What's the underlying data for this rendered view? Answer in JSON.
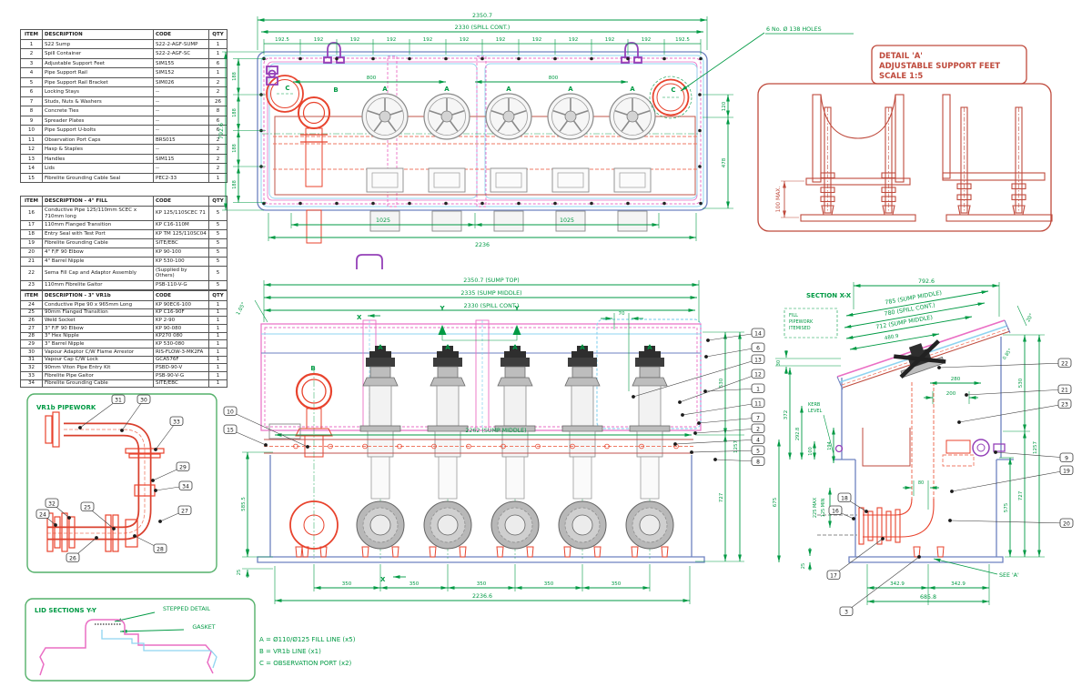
{
  "pipe_labels": {
    "a": "A",
    "b": "B",
    "c": "C"
  },
  "tables": [
    {
      "headers": [
        "ITEM",
        "DESCRIPTION",
        "CODE",
        "QTY"
      ],
      "rows": [
        [
          "1",
          "S22 Sump",
          "S22-2-AGF-SUMP",
          "1"
        ],
        [
          "2",
          "Spill Container",
          "S22-2-AGF-SC",
          "1"
        ],
        [
          "3",
          "Adjustable Support Feet",
          "SIM155",
          "6"
        ],
        [
          "4",
          "Pipe Support Rail",
          "SIM152",
          "1"
        ],
        [
          "5",
          "Pipe Support Rail Bracket",
          "SIM026",
          "2"
        ],
        [
          "6",
          "Locking Stays",
          "--",
          "2"
        ],
        [
          "7",
          "Studs, Nuts & Washers",
          "--",
          "26"
        ],
        [
          "8",
          "Concrete Ties",
          "--",
          "8"
        ],
        [
          "9",
          "Spreader Plates",
          "--",
          "6"
        ],
        [
          "10",
          "Pipe Support U-bolts",
          "--",
          "6"
        ],
        [
          "11",
          "Observation Port Caps",
          "BRS015",
          "2"
        ],
        [
          "12",
          "Hasp & Staples",
          "--",
          "2"
        ],
        [
          "13",
          "Handles",
          "SIM115",
          "2"
        ],
        [
          "14",
          "Lids",
          "--",
          "2"
        ],
        [
          "15",
          "Fibrelite Grounding Cable Seal",
          "PEC2-33",
          "1"
        ]
      ]
    },
    {
      "headers": [
        "ITEM",
        "DESCRIPTION - 4\" FILL",
        "CODE",
        "QTY"
      ],
      "rows": [
        [
          "16",
          "Conductive Pipe 125/110mm SCEC x 710mm long",
          "KP 125/110SCEC 71",
          "5"
        ],
        [
          "17",
          "110mm Flanged Transition",
          "KP C16-110M",
          "5"
        ],
        [
          "18",
          "Entry Seal with Test Port",
          "KP TM 125/110SC04",
          "5"
        ],
        [
          "19",
          "Fibrelite Grounding Cable",
          "SITE/EBC",
          "5"
        ],
        [
          "20",
          "4\" F/F 90 Elbow",
          "KP 90-100",
          "5"
        ],
        [
          "21",
          "4\" Barrel Nipple",
          "KP 530-100",
          "5"
        ],
        [
          "22",
          "Sema Fill Cap and Adaptor Assembly",
          "(Supplied by Others)",
          "5"
        ],
        [
          "23",
          "110mm Fibrelite Gaitor",
          "PSB-110-V-G",
          "5"
        ]
      ]
    },
    {
      "headers": [
        "ITEM",
        "DESCRIPTION - 3\" VR1b",
        "CODE",
        "QTY"
      ],
      "rows": [
        [
          "24",
          "Conductive Pipe 90 x 965mm Long",
          "KP 90EC6-100",
          "1"
        ],
        [
          "25",
          "90mm Flanged Transition",
          "KP C16-90F",
          "1"
        ],
        [
          "26",
          "Weld Socket",
          "KP 2-90",
          "1"
        ],
        [
          "27",
          "3\" F/F 90 Elbow",
          "KP 90-080",
          "1"
        ],
        [
          "28",
          "3\" Hex Nipple",
          "KP270 080",
          "1"
        ],
        [
          "29",
          "3\" Barrel Nipple",
          "KP 530-080",
          "1"
        ],
        [
          "30",
          "Vapour Adaptor C/W Flame Arrestor",
          "RIS-FLOW-3-MK2FA",
          "1"
        ],
        [
          "31",
          "Vapour Cap C/W Lock",
          "GCA576F",
          "1"
        ],
        [
          "32",
          "90mm Viton Pipe Entry Kit",
          "PSBD-90-V",
          "1"
        ],
        [
          "33",
          "Fibrelite Pipe Gaitor",
          "PSB-90-V-G",
          "1"
        ],
        [
          "34",
          "Fibrelite Grounding Cable",
          "SITE/EBC",
          "1"
        ]
      ]
    }
  ],
  "top_view": {
    "dim_overall": "2350.7",
    "dim_spill": "2330 (SPILL CONT.)",
    "segments": [
      "192.5",
      "192",
      "192",
      "192",
      "192",
      "192",
      "192",
      "192",
      "192",
      "192",
      "192",
      "192.5"
    ],
    "dim_800_left": "800",
    "dim_800_right": "800",
    "dim_heights": [
      "188",
      "188",
      "188",
      "188"
    ],
    "dim_overall_height": "792.6",
    "dim_120": "120",
    "dim_478": "478",
    "dim_1025_left": "1025",
    "dim_1025_right": "1025",
    "dim_2236": "2236",
    "holes_note": "6 No. Ø 138 HOLES"
  },
  "detail_a": {
    "title_line1": "DETAIL 'A'",
    "title_line2": "ADJUSTABLE SUPPORT FEET",
    "title_line3": "SCALE 1:5",
    "dim_100": "100 MAX."
  },
  "front_view": {
    "dim_sump_top": "2350.7 (SUMP TOP)",
    "dim_sump_mid": "2335 (SUMP MIDDLE)",
    "dim_spill": "2330 (SPILL CONT.)",
    "dim_rail": "2262 (SUMP MIDDLE)",
    "dim_70": "70",
    "angle": "1.05°",
    "dim_530": "530",
    "dim_727": "727",
    "dim_1257": "1257",
    "dim_585": "585.5",
    "dim_25": "25",
    "dim_350": "350",
    "dim_total": "2236.6",
    "marker_x": "X",
    "marker_y": "Y",
    "callouts_right": [
      "14",
      "6",
      "13",
      "12",
      "1",
      "11",
      "7",
      "2",
      "4",
      "5",
      "8"
    ],
    "callouts_left": [
      "10",
      "15"
    ]
  },
  "section_view": {
    "title": "SECTION X-X",
    "note_lines": [
      "FILL",
      "PIPEWORK",
      "ITEMISED"
    ],
    "dim_7926": "792.6",
    "dim_785": "785 (SUMP MIDDLE)",
    "dim_780": "780 (SPILL CONT.)",
    "dim_712": "712 (SUMP MIDDLE)",
    "dim_4809": "480.9",
    "angle_20": "20°",
    "angle_085": "0.85°",
    "dim_30": "30",
    "dim_372": "372",
    "dim_2928": "292.8",
    "kerb_line1": "KERB",
    "kerb_line2": "LEVEL",
    "dim_100": "100",
    "dim_194": "194",
    "dim_675": "675",
    "dim_225": "225 MAX",
    "dim_125": "125 MIN",
    "dim_25": "25",
    "dim_80": "80",
    "dim_280": "280",
    "dim_200": "200",
    "dim_530": "530",
    "dim_1257": "1257",
    "dim_727": "727",
    "dim_575": "575",
    "dim_3429a": "342.9",
    "dim_3429b": "342.9",
    "dim_6858": "685.8",
    "see_a": "SEE 'A'",
    "callouts": [
      "22",
      "21",
      "23",
      "9",
      "19",
      "20",
      "18",
      "16",
      "17",
      "3"
    ]
  },
  "vr1b": {
    "title": "VR1b PIPEWORK",
    "callouts": [
      "31",
      "30",
      "33",
      "29",
      "34",
      "27",
      "32",
      "24",
      "25",
      "26",
      "28"
    ]
  },
  "lid": {
    "title": "LID SECTIONS Y-Y",
    "label_stepped": "STEPPED DETAIL",
    "label_gasket": "GASKET"
  },
  "legend": {
    "lines": [
      "A = Ø110/Ø125 FILL LINE (x5)",
      "B = VR1b LINE (x1)",
      "C = OBSERVATION PORT (x2)"
    ]
  },
  "colors": {
    "dim_green": "#009a44",
    "detail_red": "#bf4a3c",
    "pipe_red": "#e8432d",
    "spill_magenta": "#ea6ec4",
    "lid_blue": "#8fd4f0",
    "steel_blue": "#6e82c0",
    "fitting_purple": "#9440b8"
  }
}
